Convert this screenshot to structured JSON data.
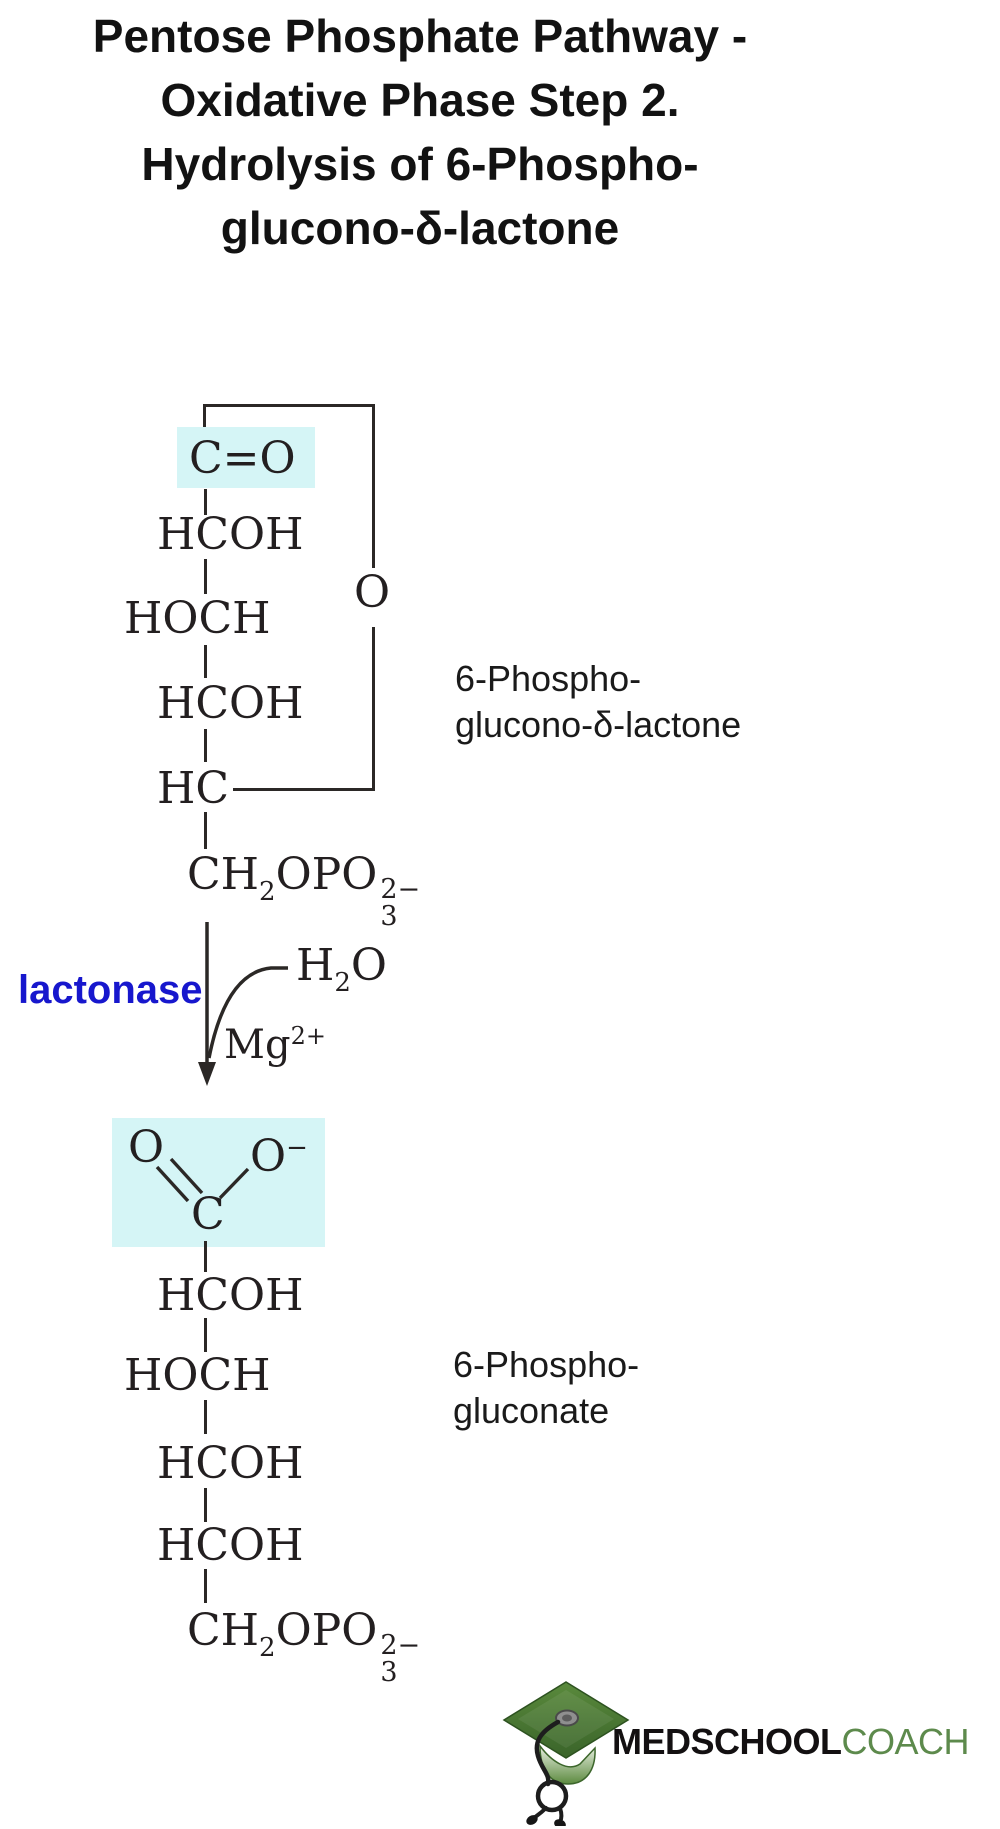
{
  "title": {
    "lines": [
      "Pentose Phosphate Pathway -",
      "Oxidative Phase Step 2.",
      "Hydrolysis of 6-Phospho-",
      "glucono-δ-lactone"
    ]
  },
  "reactant": {
    "name_line1": "6-Phospho-",
    "name_line2": "glucono-δ-lactone",
    "highlight_color": "#d5f5f6",
    "ring_oxygen": "O",
    "c1": "C=O",
    "c2": "HCOH",
    "c3": "HOCH",
    "c4": "HCOH",
    "c5": "HC",
    "c6": {
      "base": "CH",
      "base_sub": "2",
      "mid": "OPO",
      "charge_sup": "2−",
      "charge_sub": "3"
    }
  },
  "reaction": {
    "enzyme": "lactonase",
    "enzyme_color": "#1717cd",
    "water": {
      "t1": "H",
      "sub": "2",
      "t2": "O"
    },
    "cofactor": {
      "t1": "Mg",
      "sup": "2+"
    }
  },
  "product": {
    "name_line1": "6-Phospho-",
    "name_line2": "gluconate",
    "highlight_color": "#d5f5f6",
    "o_double": "O",
    "o_minus": {
      "t1": "O",
      "sup": "−"
    },
    "c1": "C",
    "c2": "HCOH",
    "c3": "HOCH",
    "c4": "HCOH",
    "c5": "HCOH",
    "c6": {
      "base": "CH",
      "base_sub": "2",
      "mid": "OPO",
      "charge_sup": "2−",
      "charge_sub": "3"
    }
  },
  "logo": {
    "brand_black": "MEDSCHOOL",
    "brand_green": "COACH",
    "green_color": "#5d8a4c"
  }
}
